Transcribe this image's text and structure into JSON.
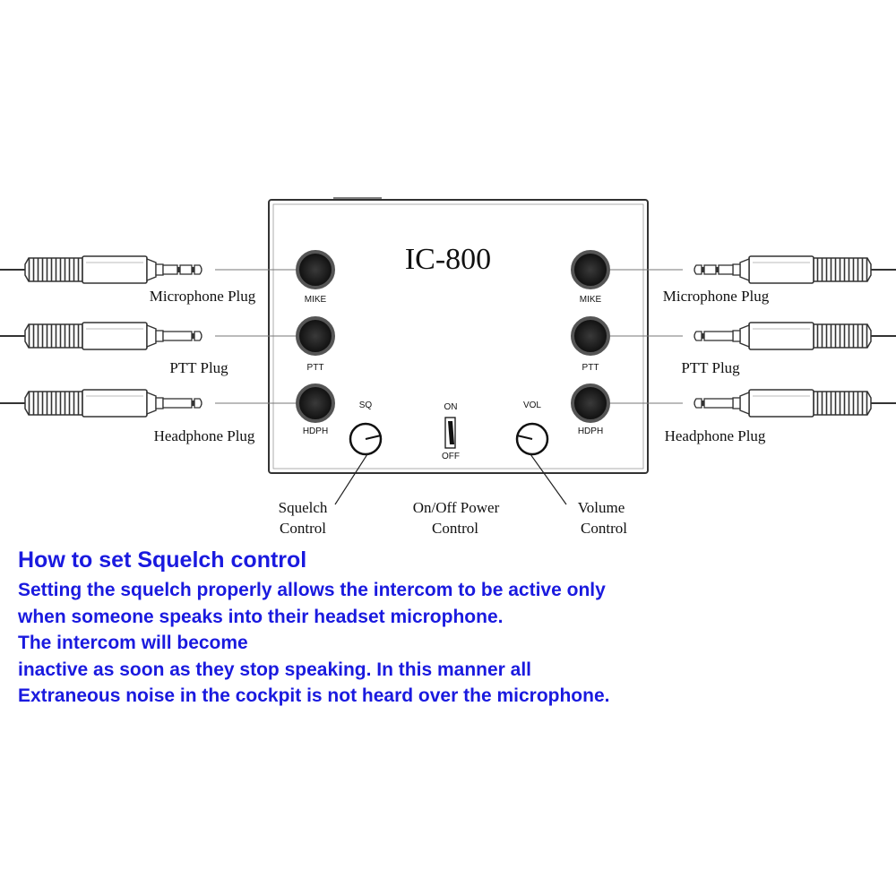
{
  "device": {
    "model": "IC-800",
    "jacks": {
      "mike": "MIKE",
      "ptt": "PTT",
      "hdph": "HDPH"
    },
    "knobs": {
      "squelch": "SQ",
      "volume": "VOL"
    },
    "switch": {
      "on": "ON",
      "off": "OFF"
    }
  },
  "left_labels": {
    "microphone": "Microphone Plug",
    "ptt": "PTT  Plug",
    "headphone": "Headphone Plug"
  },
  "right_labels": {
    "microphone": "Microphone Plug",
    "ptt": "PTT  Plug",
    "headphone": "Headphone Plug"
  },
  "callouts": {
    "squelch": [
      "Squelch",
      "Control"
    ],
    "power": [
      "On/Off Power",
      "Control"
    ],
    "volume": [
      "Volume",
      "Control"
    ]
  },
  "notes": {
    "heading": "How to set Squelch control",
    "lines": [
      "Setting the squelch properly allows the intercom to be active only",
      "when someone speaks into their headset microphone.",
      "The intercom will become",
      "inactive as soon as they stop speaking. In this manner all",
      "Extraneous noise in the cockpit is not heard over the microphone."
    ]
  },
  "colors": {
    "notes_text": "#1a1adf",
    "line_art": "#222222"
  }
}
